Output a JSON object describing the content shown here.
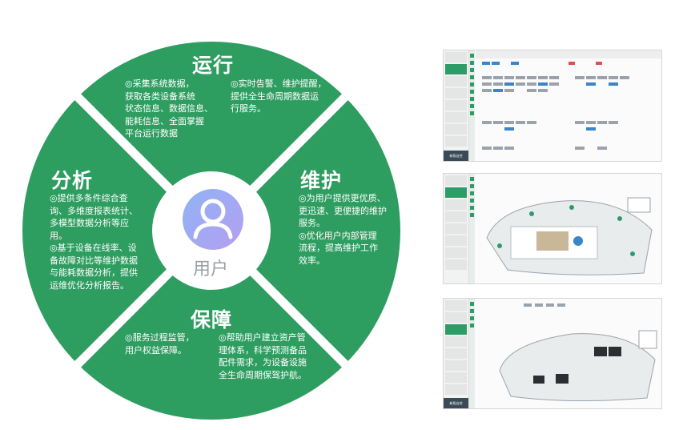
{
  "wheel": {
    "colors": {
      "ring": "#2e9d60",
      "divider": "#ffffff",
      "center": "#ffffff",
      "label": "#9aa0a6"
    },
    "center_label": "用户",
    "avatar_icon": "user-icon",
    "sections": [
      {
        "id": "run",
        "title": "运行",
        "paragraphs": [
          "◎采集系统数据，\n获取各类设备系统\n状态信息、数据信息、\n能耗信息、全面掌握\n平台运行数据",
          "◎实时告警、维护提醒，\n提供全生命周期数据运\n行服务。"
        ]
      },
      {
        "id": "maintain",
        "title": "维护",
        "paragraphs": [
          "◎为用户提供更优质、\n更迅速、更便捷的维护\n服务。\n◎优化用户内部管理\n流程，提高维护工作\n效率。"
        ]
      },
      {
        "id": "guarantee",
        "title": "保障",
        "paragraphs": [
          "◎服务过程监管，\n用户权益保障。",
          "◎帮助用户建立资产管\n理体系，科学预测备品\n配件需求，为设备设施\n全生命周期保驾护航。"
        ]
      },
      {
        "id": "analysis",
        "title": "分析",
        "paragraphs": [
          "◎提供多条件综合查\n询、多维度报表统计、\n多模型数据分析等应\n用。\n◎基于设备在线率、设\n备故障对比等维护数据\n与能耗数据分析，提供\n运维优化分析报告。"
        ]
      }
    ]
  },
  "screenshots": {
    "accent": "#2e9c66",
    "sidebar_footer": "新版自控"
  }
}
